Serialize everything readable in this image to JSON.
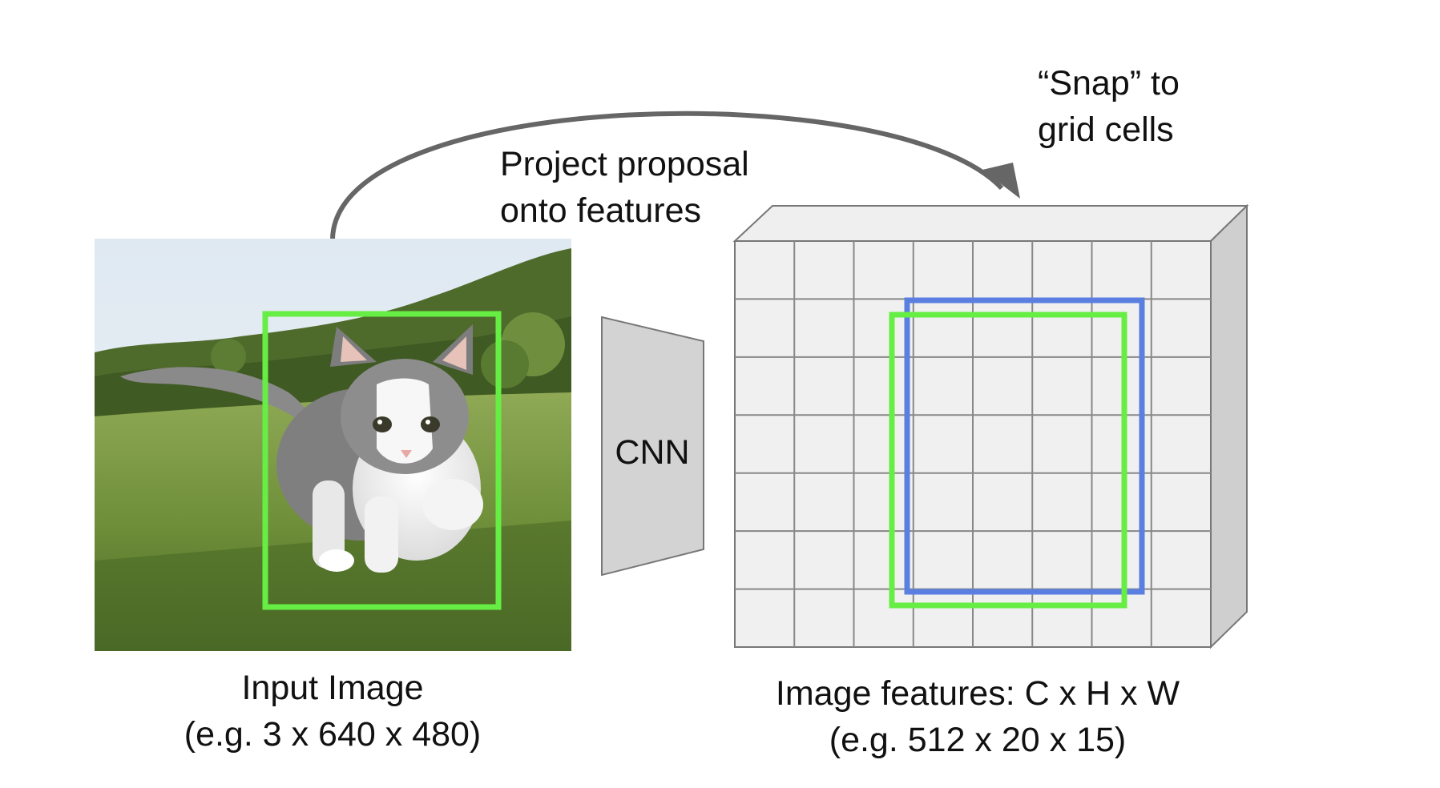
{
  "labels": {
    "project_line1": "Project proposal",
    "project_line2": "onto features",
    "snap_line1": "“Snap” to",
    "snap_line2": "grid cells",
    "cnn": "CNN",
    "input_line1": "Input Image",
    "input_line2": "(e.g. 3 x 640 x 480)",
    "features_line1": "Image features: C x H x W",
    "features_line2": "(e.g. 512 x 20 x 15)"
  },
  "image": {
    "subject": "kitten walking on grass"
  },
  "colors": {
    "proposal_box": "#66ee44",
    "snapped_box": "#5b7fe0",
    "arrow": "#666666",
    "grid_line": "#888888",
    "feature_face": "#f0f0f0",
    "feature_side": "#cfcfcf",
    "cnn_fill": "#d3d3d3"
  },
  "feature_grid": {
    "cols": 8,
    "rows": 7
  }
}
